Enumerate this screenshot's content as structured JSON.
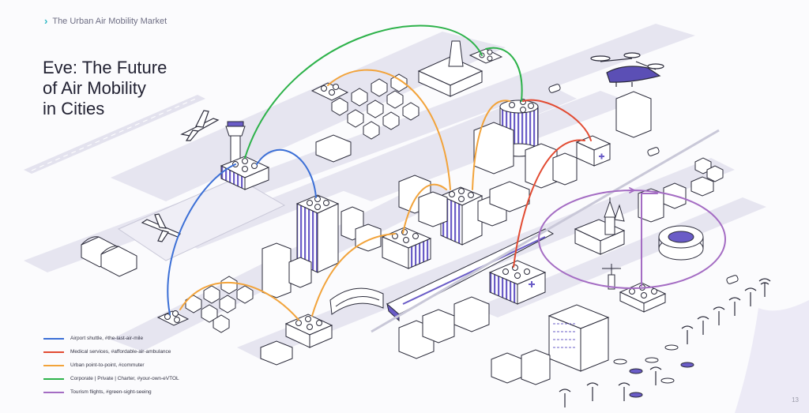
{
  "header": {
    "breadcrumb": "The Urban Air Mobility Market",
    "title_lines": [
      "Eve: The Future",
      "of Air Mobility",
      "in Cities"
    ]
  },
  "legend": [
    {
      "label": "Airport shuttle, #the-last-air-mile",
      "color": "#3b6fd6"
    },
    {
      "label": "Medical services, #affordable-air-ambulance",
      "color": "#e24b32"
    },
    {
      "label": "Urban point-to-point, #commuter",
      "color": "#f2a33a"
    },
    {
      "label": "Corporate | Private | Charter, #your-own-eVTOL",
      "color": "#2db24a"
    },
    {
      "label": "Tourism flights, #green-sight-seeing",
      "color": "#a46cc3"
    }
  ],
  "page_number": "13",
  "colors": {
    "accent_teal": "#2fb8c4",
    "building_purple": "#6a5cc7",
    "road": "#e3e2ee",
    "outline": "#2b2b3a"
  },
  "icons": [
    "airplane-icon",
    "evtol-aircraft-icon",
    "vertiport-icon",
    "train-icon",
    "palm-tree-icon",
    "church-icon",
    "colosseum-icon",
    "statue-icon",
    "hospital-cross-icon"
  ]
}
